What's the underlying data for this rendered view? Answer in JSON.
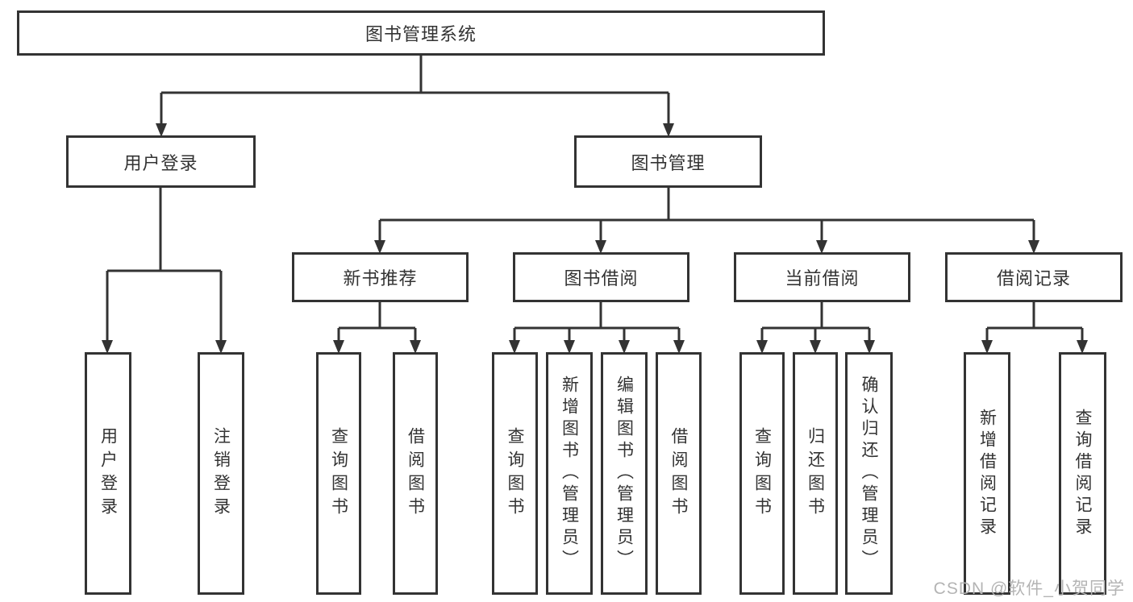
{
  "diagram_type": "tree-diagram",
  "colors": {
    "line": "#333333",
    "text": "#333333",
    "background": "#ffffff",
    "watermark": "#b4b4b4"
  },
  "watermark": {
    "text": "CSDN @软件_小贺同学"
  },
  "tree": {
    "root": {
      "label": "图书管理系统"
    },
    "children": [
      {
        "label": "用户登录",
        "children": [
          {
            "label": "用户登录"
          },
          {
            "label": "注销登录"
          }
        ]
      },
      {
        "label": "图书管理",
        "children": [
          {
            "label": "新书推荐",
            "children": [
              {
                "label": "查询图书"
              },
              {
                "label": "借阅图书"
              }
            ]
          },
          {
            "label": "图书借阅",
            "children": [
              {
                "label": "查询图书"
              },
              {
                "label": "新增图书（管理员）"
              },
              {
                "label": "编辑图书（管理员）"
              },
              {
                "label": "借阅图书"
              }
            ]
          },
          {
            "label": "当前借阅",
            "children": [
              {
                "label": "查询图书"
              },
              {
                "label": "归还图书"
              },
              {
                "label": "确认归还（管理员）"
              }
            ]
          },
          {
            "label": "借阅记录",
            "children": [
              {
                "label": "新增借阅记录"
              },
              {
                "label": "查询借阅记录"
              }
            ]
          }
        ]
      }
    ]
  }
}
